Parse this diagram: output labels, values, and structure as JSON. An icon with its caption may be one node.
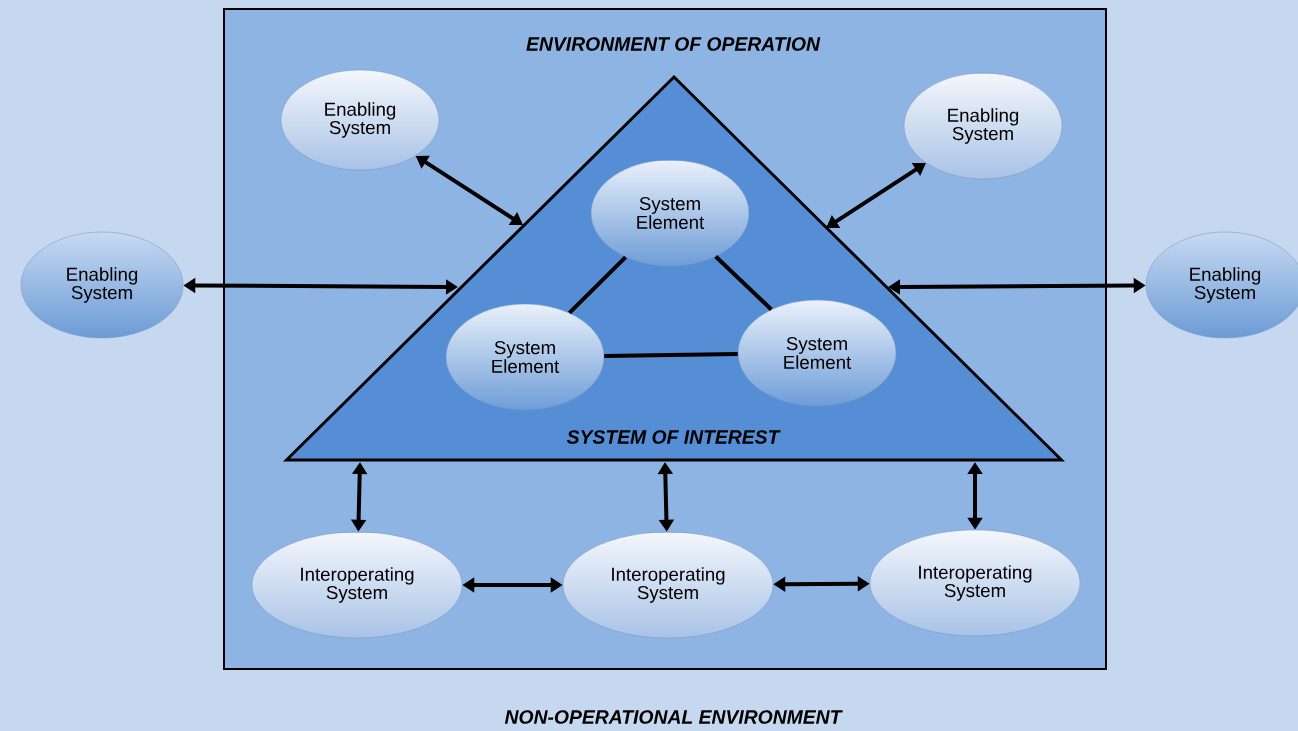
{
  "diagram": {
    "nodes": [
      {
        "text": [
          "ENVIRONMENT OF OPERATION"
        ]
      },
      {
        "text": [
          "SYSTEM OF INTEREST"
        ],
        "in": 0
      },
      {
        "text": [
          "System Element"
        ],
        "in": 1
      },
      {
        "text": [
          "System Element"
        ],
        "in": 1
      },
      {
        "text": [
          "System Element"
        ],
        "in": 1
      },
      {
        "text": [
          "Enabling System"
        ],
        "in": 0
      },
      {
        "text": [
          "Enabling System"
        ],
        "in": 0
      },
      {
        "text": [
          "Enabling System"
        ]
      },
      {
        "text": [
          "Enabling System"
        ]
      },
      {
        "text": [
          "Interoperating System"
        ],
        "in": 0
      },
      {
        "text": [
          "Interoperating System"
        ],
        "in": 0
      },
      {
        "text": [
          "Interoperating System"
        ],
        "in": 0
      }
    ],
    "edges": [
      {
        "from": 2,
        "to": 3,
        "arrow": "none"
      },
      {
        "from": 2,
        "to": 4,
        "arrow": "none"
      },
      {
        "from": 3,
        "to": 4,
        "arrow": "none"
      },
      {
        "from": 5,
        "to": 1,
        "arrow": "both"
      },
      {
        "from": 6,
        "to": 1,
        "arrow": "both"
      },
      {
        "from": 7,
        "to": 1,
        "arrow": "both"
      },
      {
        "from": 8,
        "to": 1,
        "arrow": "both"
      },
      {
        "from": 1,
        "to": 9,
        "arrow": "both"
      },
      {
        "from": 1,
        "to": 10,
        "arrow": "both"
      },
      {
        "from": 1,
        "to": 11,
        "arrow": "both"
      },
      {
        "from": 9,
        "to": 10,
        "arrow": "both"
      },
      {
        "from": 10,
        "to": 11,
        "arrow": "both"
      }
    ],
    "labels": [
      "NON-OPERATIONAL ENVIRONMENT"
    ]
  }
}
